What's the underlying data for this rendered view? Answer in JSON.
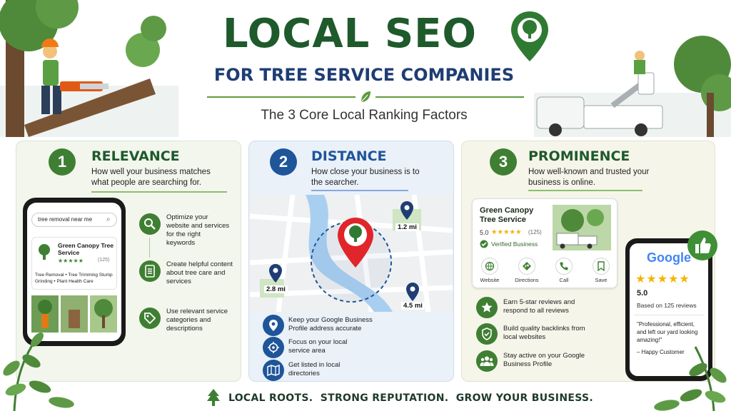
{
  "header": {
    "title": "LOCAL SEO",
    "subtitle": "FOR TREE SERVICE COMPANIES",
    "tagline": "The 3 Core Local Ranking Factors"
  },
  "panels": [
    {
      "number": "1",
      "title": "RELEVANCE",
      "description": "How well your business matches what people are searching for.",
      "color": "#3f7f33",
      "bullets": [
        {
          "icon": "search-icon",
          "text": "Optimize your website and services for the right keywords"
        },
        {
          "icon": "document-icon",
          "text": "Create helpful content about tree care and services"
        },
        {
          "icon": "tag-icon",
          "text": "Use relevant service categories and descriptions"
        }
      ]
    },
    {
      "number": "2",
      "title": "DISTANCE",
      "description": "How close your business is to the searcher.",
      "color": "#1f5599",
      "bullets": [
        {
          "icon": "location-pin-icon",
          "text": "Keep your Google Business Profile address accurate"
        },
        {
          "icon": "crosshair-icon",
          "text": "Focus on your local service area"
        },
        {
          "icon": "map-icon",
          "text": "Get listed in local directories"
        }
      ]
    },
    {
      "number": "3",
      "title": "PROMINENCE",
      "description": "How well-known and trusted your business is online.",
      "color": "#3f7f33",
      "bullets": [
        {
          "icon": "star-icon",
          "text": "Earn 5-star reviews and respond to all reviews"
        },
        {
          "icon": "shield-check-icon",
          "text": "Build quality backlinks from local websites"
        },
        {
          "icon": "people-icon",
          "text": "Stay active on your Google Business Profile"
        }
      ]
    }
  ],
  "phone_search": {
    "query": "tree removal near me",
    "business_name": "Green Canopy Tree Service",
    "stars": "★★★★★",
    "review_count": "(125)",
    "services": "Tree Removal • Tree Trimming Stump Grinding • Plant Health Care"
  },
  "map": {
    "labels": [
      "1.2 mi",
      "2.8 mi",
      "4.5 mi"
    ]
  },
  "business_card": {
    "name": "Green Canopy Tree Service",
    "rating": "5.0",
    "stars": "★★★★★",
    "review_count": "(125)",
    "verified": "Verified Business",
    "actions": [
      {
        "icon": "globe-icon",
        "label": "Website"
      },
      {
        "icon": "directions-icon",
        "label": "Directions"
      },
      {
        "icon": "phone-icon",
        "label": "Call"
      },
      {
        "icon": "bookmark-icon",
        "label": "Save"
      }
    ]
  },
  "review_phone": {
    "brand": "Google",
    "stars": "★★★★★",
    "rating": "5.0",
    "based_on": "Based on 125 reviews",
    "quote": "\"Professional, efficient, and left our yard looking amazing!\"",
    "author": "– Happy Customer"
  },
  "footer": {
    "text": "LOCAL ROOTS.  STRONG REPUTATION.  GROW YOUR BUSINESS."
  },
  "colors": {
    "green": "#3f7f33",
    "dark_green": "#1e5a2c",
    "blue": "#1f5599",
    "pin_red": "#e0262b",
    "star_gold": "#f5b301"
  }
}
